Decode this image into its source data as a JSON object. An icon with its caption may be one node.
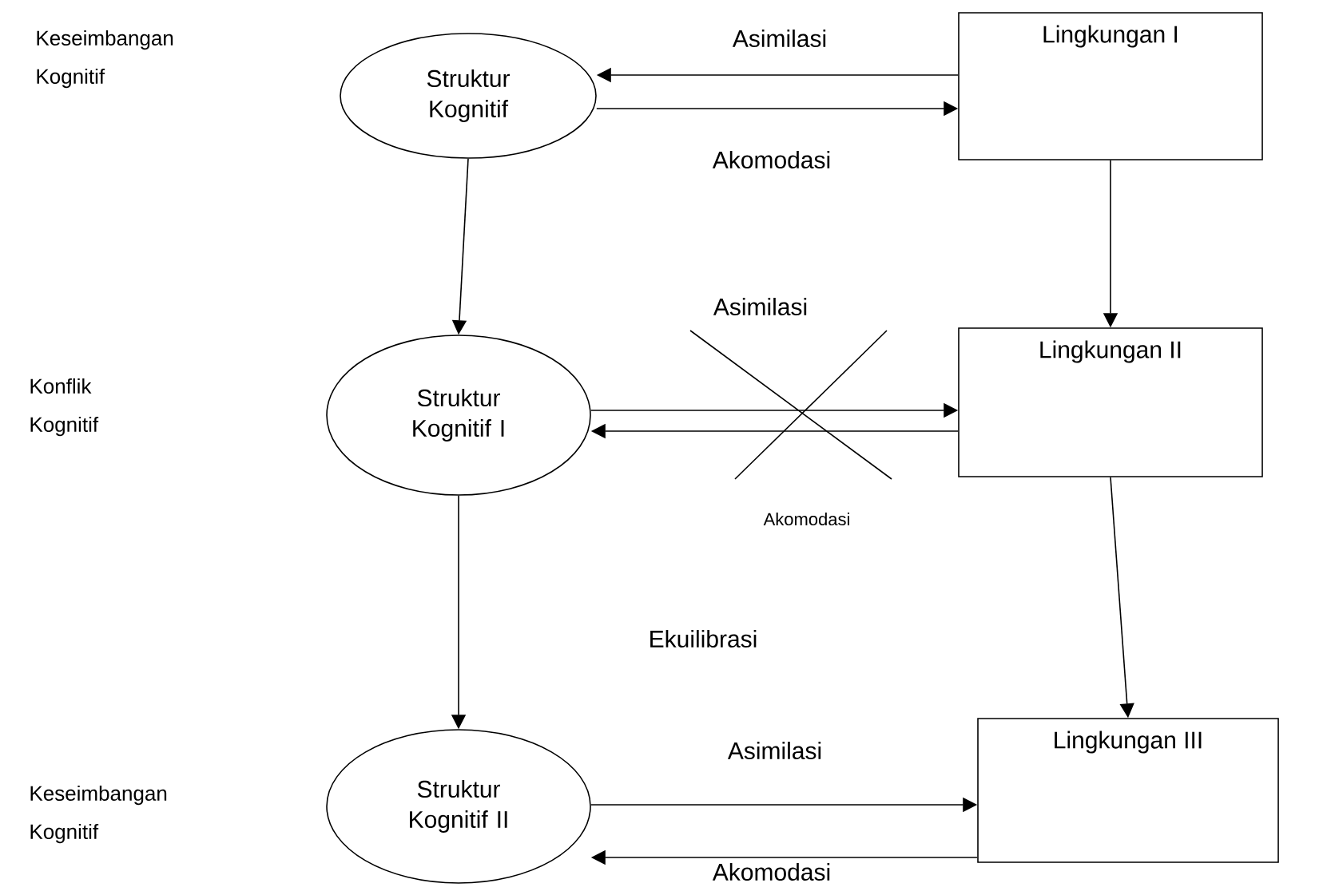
{
  "diagram": {
    "nodes": [
      {
        "text": [
          "Struktur Kognitif"
        ]
      },
      {
        "text": [
          "Lingkungan I"
        ]
      },
      {
        "text": [
          "Struktur Kognitif I"
        ]
      },
      {
        "text": [
          "Lingkungan II"
        ]
      },
      {
        "text": [
          "Struktur Kognitif II"
        ]
      },
      {
        "text": [
          "Lingkungan III"
        ]
      }
    ],
    "edges": [
      {
        "from": 1,
        "to": 0,
        "arrow": "to",
        "label": "Asimilasi"
      },
      {
        "from": 0,
        "to": 1,
        "arrow": "to",
        "label": "Akomodasi"
      },
      {
        "from": 0,
        "to": 2,
        "arrow": "to"
      },
      {
        "from": 1,
        "to": 3,
        "arrow": "to"
      },
      {
        "from": 2,
        "to": 3,
        "arrow": "to",
        "label": "Asimilasi"
      },
      {
        "from": 3,
        "to": 2,
        "arrow": "to",
        "label": "Akomodasi"
      },
      {
        "from": 2,
        "to": 4,
        "arrow": "to"
      },
      {
        "from": 3,
        "to": 5,
        "arrow": "to"
      },
      {
        "from": 4,
        "to": 5,
        "arrow": "to",
        "label": "Asimilasi"
      },
      {
        "from": 5,
        "to": 4,
        "arrow": "to",
        "label": "Akomodasi"
      }
    ],
    "labels": [
      "Keseimbangan Kognitif",
      "Konflik Kognitif",
      "Ekuilibrasi",
      "Keseimbangan Kognitif"
    ]
  }
}
